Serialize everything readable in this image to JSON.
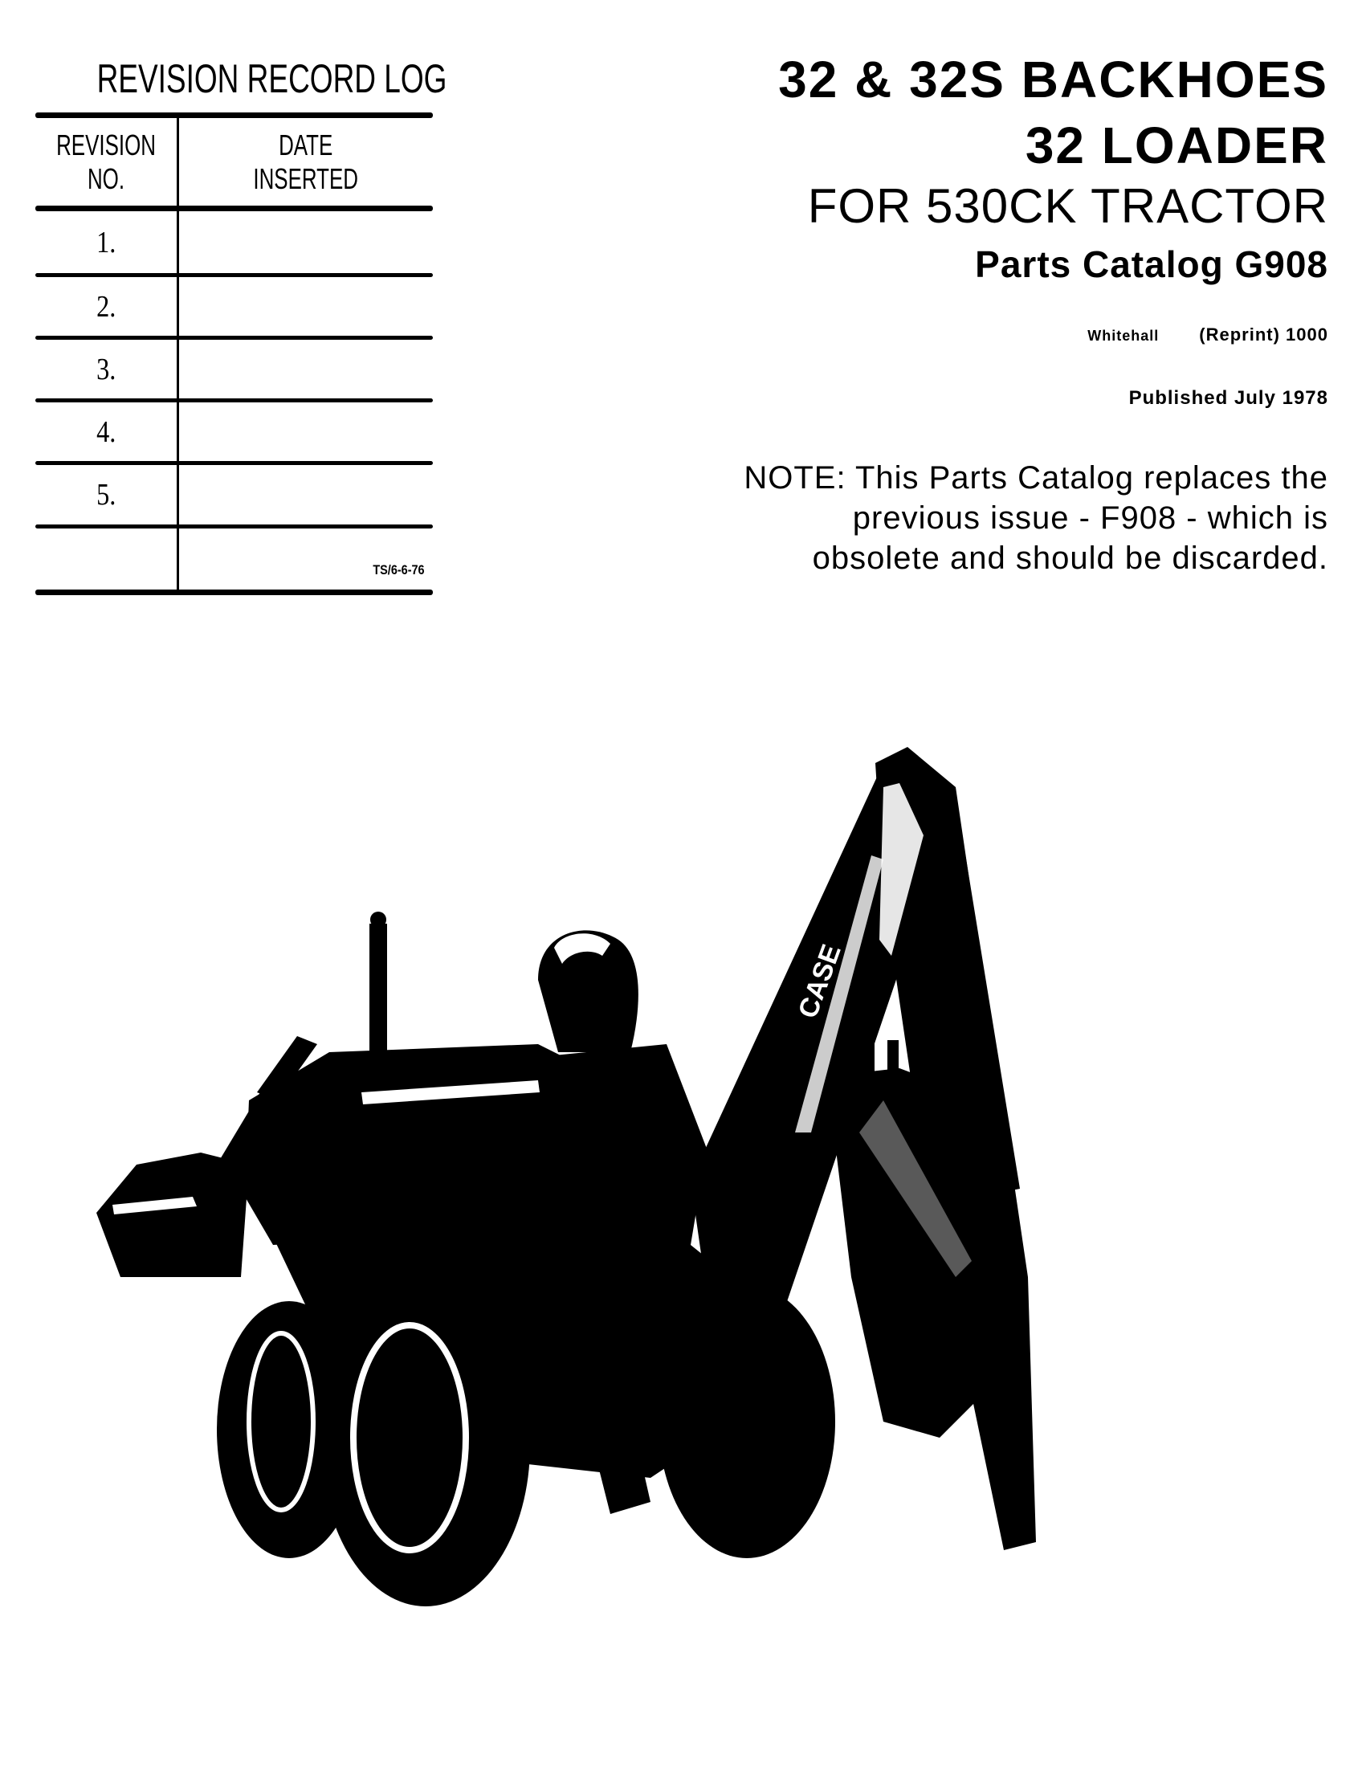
{
  "revision_log": {
    "title": "REVISION RECORD LOG",
    "headers": {
      "revision_no": "REVISION NO.",
      "revision_no_line1": "REVISION",
      "revision_no_line2": "NO.",
      "date_inserted_line1": "DATE",
      "date_inserted_line2": "INSERTED"
    },
    "rows": [
      {
        "no": "1.",
        "date": ""
      },
      {
        "no": "2.",
        "date": ""
      },
      {
        "no": "3.",
        "date": ""
      },
      {
        "no": "4.",
        "date": ""
      },
      {
        "no": "5.",
        "date": ""
      },
      {
        "no": "",
        "date": ""
      }
    ],
    "form_code": "TS/6-6-76"
  },
  "title_block": {
    "line1": "32 & 32S BACKHOES",
    "line2": "32 LOADER",
    "line3": "FOR 530CK TRACTOR",
    "catalog": "Parts Catalog G908",
    "printer": "Whitehall",
    "reprint": "(Reprint) 1000",
    "published": "Published July 1978",
    "note_line1": "NOTE: This Parts Catalog replaces the",
    "note_line2": "previous issue - F908 - which is",
    "note_line3": "obsolete and should be discarded."
  },
  "illustration": {
    "subject": "Case 530CK tractor with 32 backhoe and loader",
    "boom_brand": "CASE"
  },
  "colors": {
    "ink": "#000000",
    "paper": "#ffffff"
  }
}
